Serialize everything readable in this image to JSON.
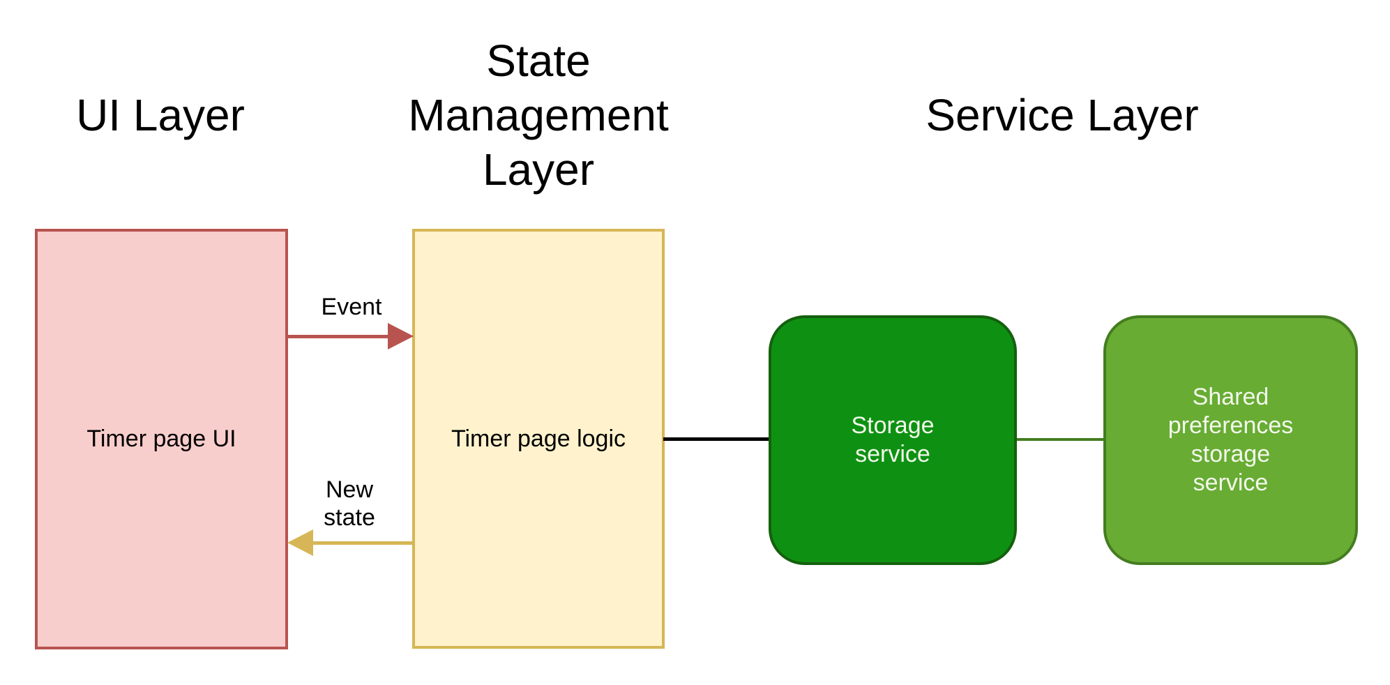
{
  "diagram": {
    "layers": [
      {
        "title": "UI Layer"
      },
      {
        "title": "State Management Layer"
      },
      {
        "title": "Service Layer"
      }
    ],
    "nodes": [
      {
        "id": "timer-page-ui",
        "label": "Timer page UI",
        "layer": "UI Layer"
      },
      {
        "id": "timer-page-logic",
        "label": "Timer page logic",
        "layer": "State Management Layer"
      },
      {
        "id": "storage-service",
        "label": "Storage service",
        "layer": "Service Layer"
      },
      {
        "id": "shared-preferences-storage-service",
        "label": "Shared preferences storage service",
        "layer": "Service Layer"
      }
    ],
    "edges": [
      {
        "from": "timer-page-ui",
        "to": "timer-page-logic",
        "label": "Event",
        "color": "#B85450",
        "arrow": "right"
      },
      {
        "from": "timer-page-logic",
        "to": "timer-page-ui",
        "label": "New state",
        "color": "#D6B656",
        "arrow": "left"
      },
      {
        "from": "timer-page-logic",
        "to": "storage-service",
        "label": "",
        "color": "#000000",
        "arrow": "none"
      },
      {
        "from": "storage-service",
        "to": "shared-preferences-storage-service",
        "label": "",
        "color": "#447D20",
        "arrow": "none"
      }
    ]
  },
  "colors": {
    "background": "#FFFFFF",
    "title-text": "#000000",
    "ui-node-fill": "#F8CECC",
    "ui-node-border": "#B85450",
    "logic-node-fill": "#FFF2CC",
    "logic-node-border": "#D6B656",
    "storage-node-fill": "#0E9112",
    "storage-node-border": "#15600E",
    "sharedprefs-node-fill": "#68AC34",
    "sharedprefs-node-border": "#447D20",
    "service-node-text": "#F3F8EC",
    "event-arrow": "#B85450",
    "new-state-arrow": "#D6B656",
    "logic-storage-line": "#000000",
    "storage-sharedprefs-line": "#447D20"
  }
}
